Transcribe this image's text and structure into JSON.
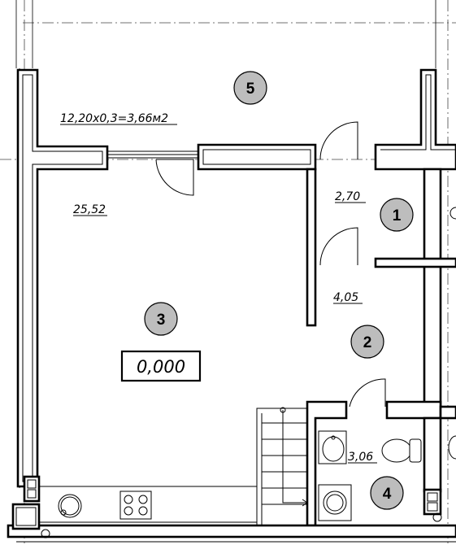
{
  "rooms": [
    {
      "id": "1",
      "area": "2,70"
    },
    {
      "id": "2",
      "area": "4,05"
    },
    {
      "id": "3",
      "area": "25,52"
    },
    {
      "id": "4",
      "area": "3,06"
    },
    {
      "id": "5",
      "area": "12,20x0,3=3,66м2"
    }
  ],
  "level_mark": "0,000",
  "colors": {
    "line": "#000000",
    "marker_fill": "#bdbdbd",
    "background": "#ffffff"
  },
  "icons": [
    "door-swing-icon",
    "toilet-icon",
    "sink-icon",
    "washing-machine-icon",
    "cooktop-icon",
    "stair-icon"
  ]
}
